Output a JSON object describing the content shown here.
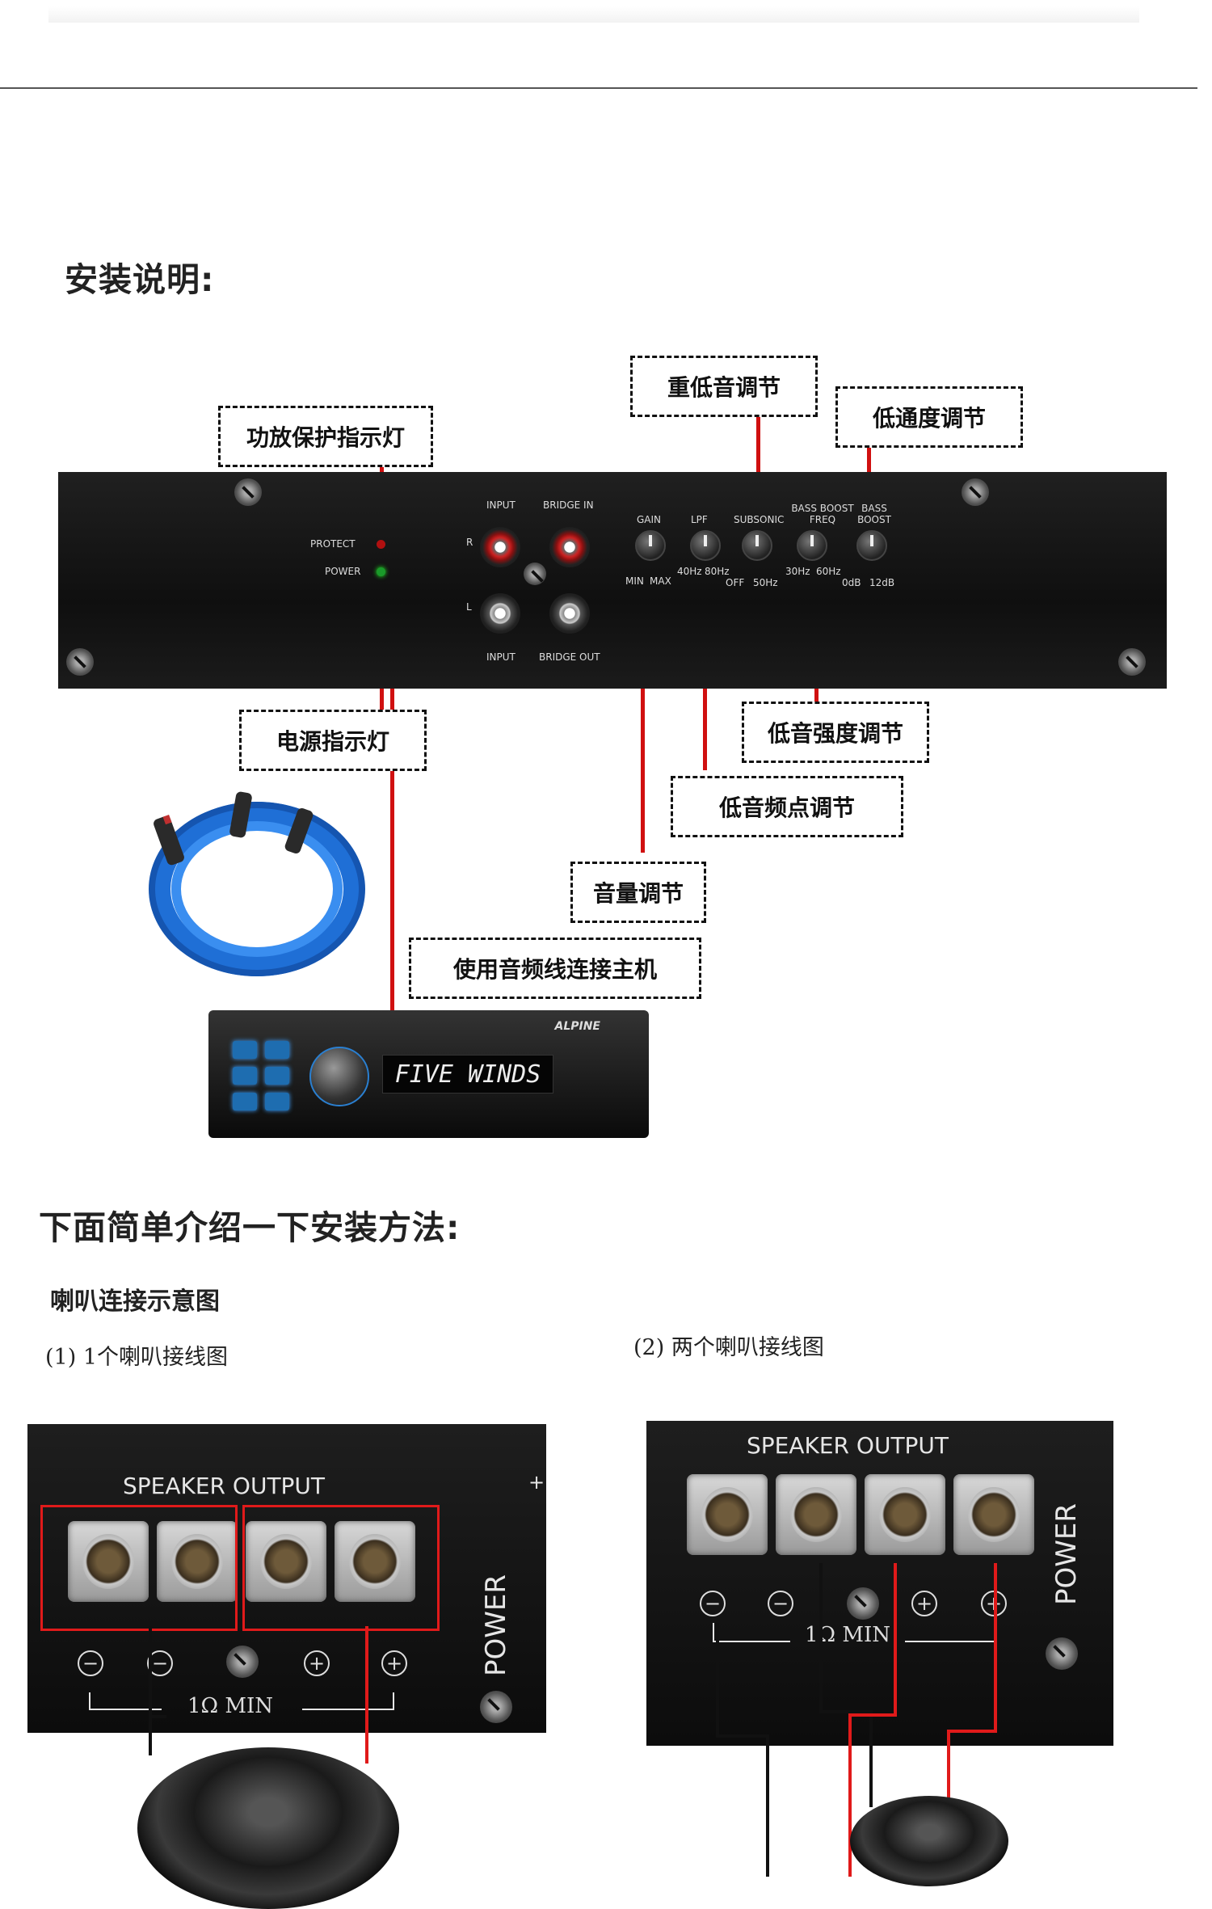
{
  "section_title": "安装说明:",
  "amp_panel": {
    "protect_label": "PROTECT",
    "power_label": "POWER",
    "input_top": "INPUT",
    "bridge_in": "BRIDGE IN",
    "channel_r": "R",
    "channel_l": "L",
    "input_bottom": "INPUT",
    "bridge_out": "BRIDGE OUT",
    "gain": "GAIN",
    "gain_min": "MIN",
    "gain_max": "MAX",
    "lpf": "LPF",
    "lpf_low": "40Hz",
    "lpf_high": "80Hz",
    "subsonic": "SUBSONIC",
    "subsonic_off": "OFF",
    "subsonic_50": "50Hz",
    "bass_boost_freq": "BASS BOOST FREQ",
    "freq_30": "30Hz",
    "freq_60": "60Hz",
    "bass_boost": "BASS BOOST",
    "boost_0": "0dB",
    "boost_12": "12dB"
  },
  "callouts": {
    "subwoofer_adjust": "重低音调节",
    "lowpass_adjust": "低通度调节",
    "protect_indicator": "功放保护指示灯",
    "power_indicator": "电源指示灯",
    "bass_strength_adjust": "低音强度调节",
    "bass_freq_adjust": "低音频点调节",
    "volume_adjust": "音量调节",
    "connect_head_unit": "使用音频线连接主机"
  },
  "colors": {
    "wire": "#d01010",
    "callout_border": "#111111",
    "speaker_highlight": "#e01a1a"
  },
  "head_unit": {
    "display_text": "FIVE WINDS",
    "brand": "ALPINE"
  },
  "install_title": "下面简单介绍一下安装方法:",
  "speaker_section_title": "喇叭连接示意图",
  "diagram1": {
    "caption": "(1)  1个喇叭接线图",
    "panel_title": "SPEAKER OUTPUT",
    "power_label": "POWER",
    "min_label": "1Ω MIN",
    "plus_sign": "+"
  },
  "diagram2": {
    "caption": "(2)  两个喇叭接线图",
    "panel_title": "SPEAKER OUTPUT",
    "power_label": "POWER",
    "min_label": "1Ω MIN"
  }
}
